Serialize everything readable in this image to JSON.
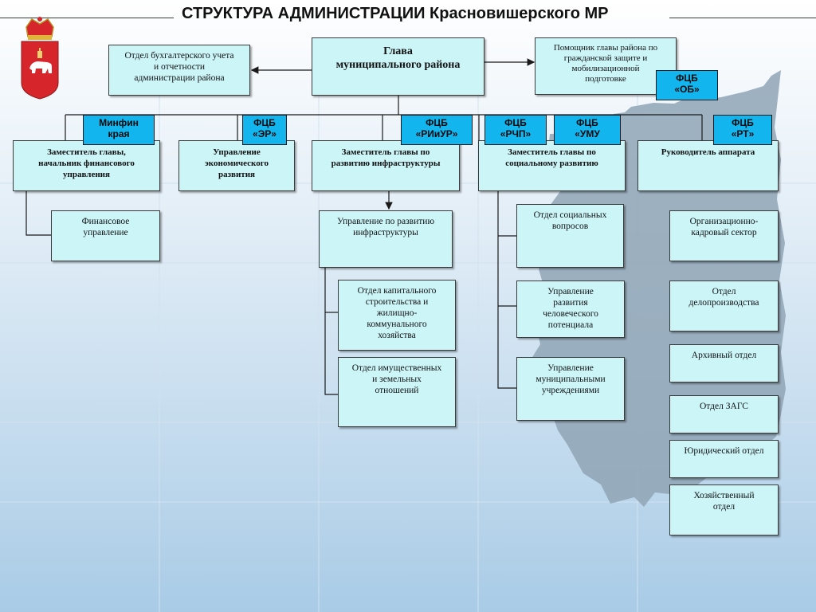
{
  "title": "СТРУКТУРА АДМИНИСТРАЦИИ Красновишерского  МР",
  "head": "Глава\nмуниципального района",
  "accounting": "Отдел бухгалтерского учета\nи отчетности\nадминистрации района",
  "assistant": "Помощник главы района по\nгражданской защите и\nмобилизационной\nподготовке",
  "tags": {
    "ob": "ФЦБ\n«ОБ»",
    "minfin": "Минфин\nкрая",
    "er": "ФЦБ\n«ЭР»",
    "riur": "ФЦБ\n«РИиУР»",
    "rchp": "ФЦБ\n«РЧП»",
    "umu": "ФЦБ\n«УМУ",
    "rt": "ФЦБ\n«РТ»"
  },
  "deputies": {
    "finance": "Заместитель главы,\nначальник финансового\nуправления",
    "economy": "Управление\nэкономического\nразвития",
    "infrastructure": "Заместитель главы по\nразвитию инфраструктуры",
    "social": "Заместитель  главы по\nсоциальному развитию",
    "apparatus": "Руководитель аппарата"
  },
  "finance_children": [
    "Финансовое\nуправление"
  ],
  "infrastructure_mgmt": "Управление по развитию\nинфраструктуры",
  "infrastructure_children": [
    "Отдел капитального\nстроительства  и\nжилищно-\nкоммунального\nхозяйства",
    "Отдел имущественных\nи земельных\nотношений"
  ],
  "social_children": [
    "Отдел социальных\nвопросов",
    "Управление\nразвития\nчеловеческого\nпотенциала",
    "Управление\nмуниципальными\nучреждениями"
  ],
  "apparatus_children": [
    "Организационно-\nкадровый сектор",
    "Отдел\nделопроизводства",
    "Архивный отдел",
    "Отдел ЗАГС",
    "Юридический отдел",
    "Хозяйственный\nотдел"
  ],
  "colors": {
    "box_fill": "#ccf5f8",
    "tag_fill": "#12b5ee",
    "map_fill": "#8fa5b5",
    "coat_red": "#d7262b"
  },
  "icons": [
    "coat-of-arms-icon",
    "region-map-silhouette"
  ]
}
